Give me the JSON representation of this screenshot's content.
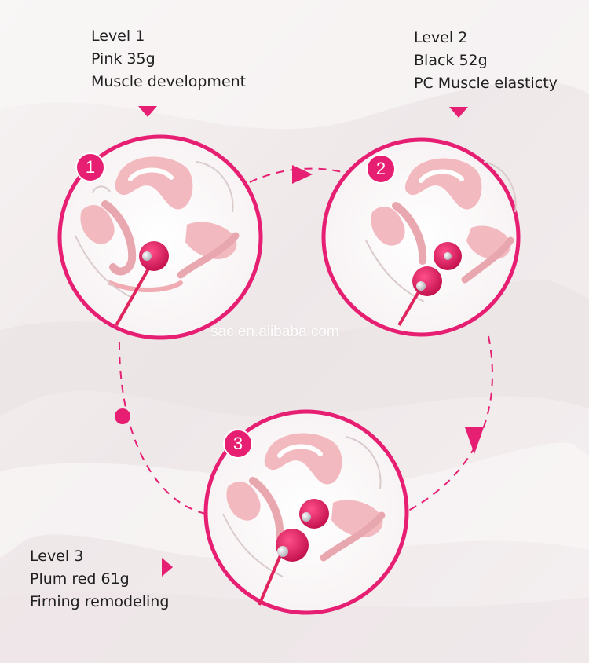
{
  "steps": [
    {
      "number": "1",
      "level": "Level 1",
      "weight": "Pink 35g",
      "benefit": "Muscle development"
    },
    {
      "number": "2",
      "level": "Level 2",
      "weight": "Black 52g",
      "benefit": "PC Muscle elasticty"
    },
    {
      "number": "3",
      "level": "Level 3",
      "weight": "Plum red 61g",
      "benefit": "Firning remodeling"
    }
  ],
  "watermark": "sac.en.alibaba.com",
  "colors": {
    "accent": "#e61f73",
    "anatomy_fill": "#f2b7bd",
    "anatomy_dark": "#e58e9a",
    "outline": "#d9c9c9",
    "ball": "#e0245e"
  },
  "icons": [
    "triangle-down-icon",
    "triangle-right-icon",
    "number-badge-icon"
  ]
}
